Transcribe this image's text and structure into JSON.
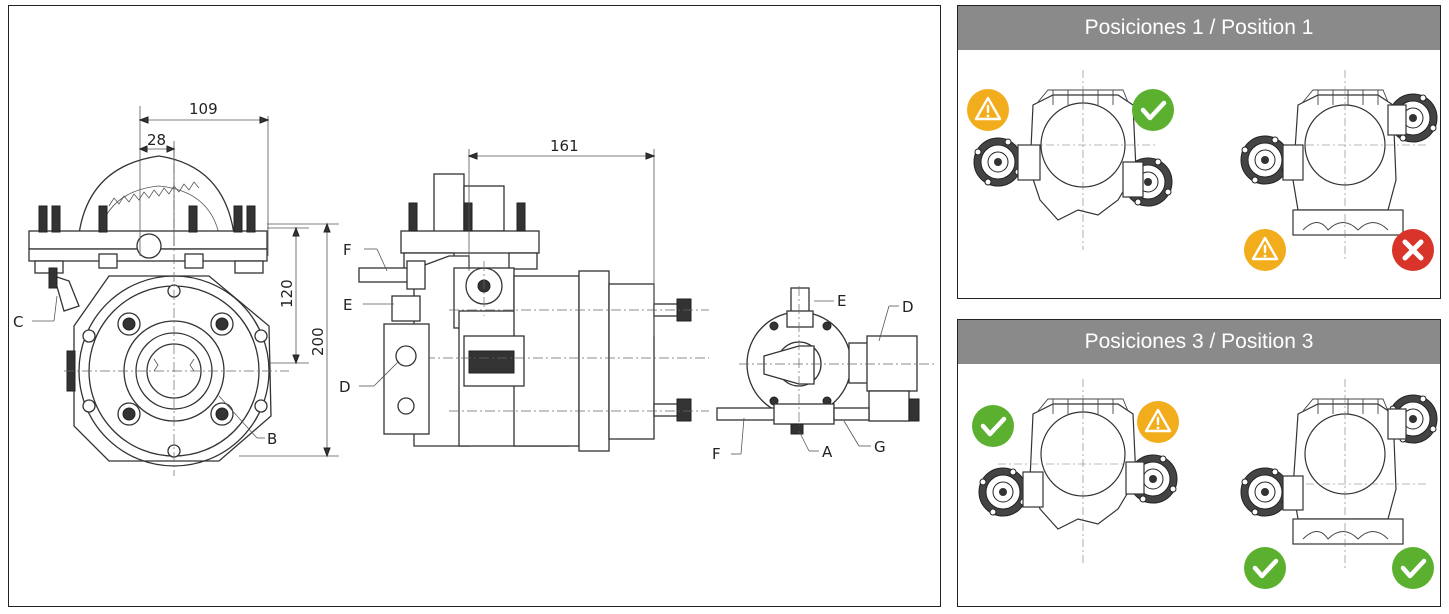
{
  "drawing": {
    "dimensions": {
      "d109": "109",
      "d28": "28",
      "d161": "161",
      "d120": "120",
      "d200": "200"
    },
    "labels": {
      "A": "A",
      "B": "B",
      "C": "C",
      "D": "D",
      "E": "E",
      "F": "F",
      "G": "G"
    }
  },
  "panel1": {
    "title": "Posiciones 1 / Position 1",
    "icons": [
      "warning-icon",
      "check-icon",
      "warning-icon",
      "cross-icon"
    ]
  },
  "panel3": {
    "title": "Posiciones 3 / Position 3",
    "icons": [
      "check-icon",
      "warning-icon",
      "check-icon",
      "check-icon"
    ]
  },
  "colors": {
    "warning": "#f2ad1d",
    "ok": "#5cb030",
    "error": "#d8342a",
    "header": "#8a8a8a"
  }
}
